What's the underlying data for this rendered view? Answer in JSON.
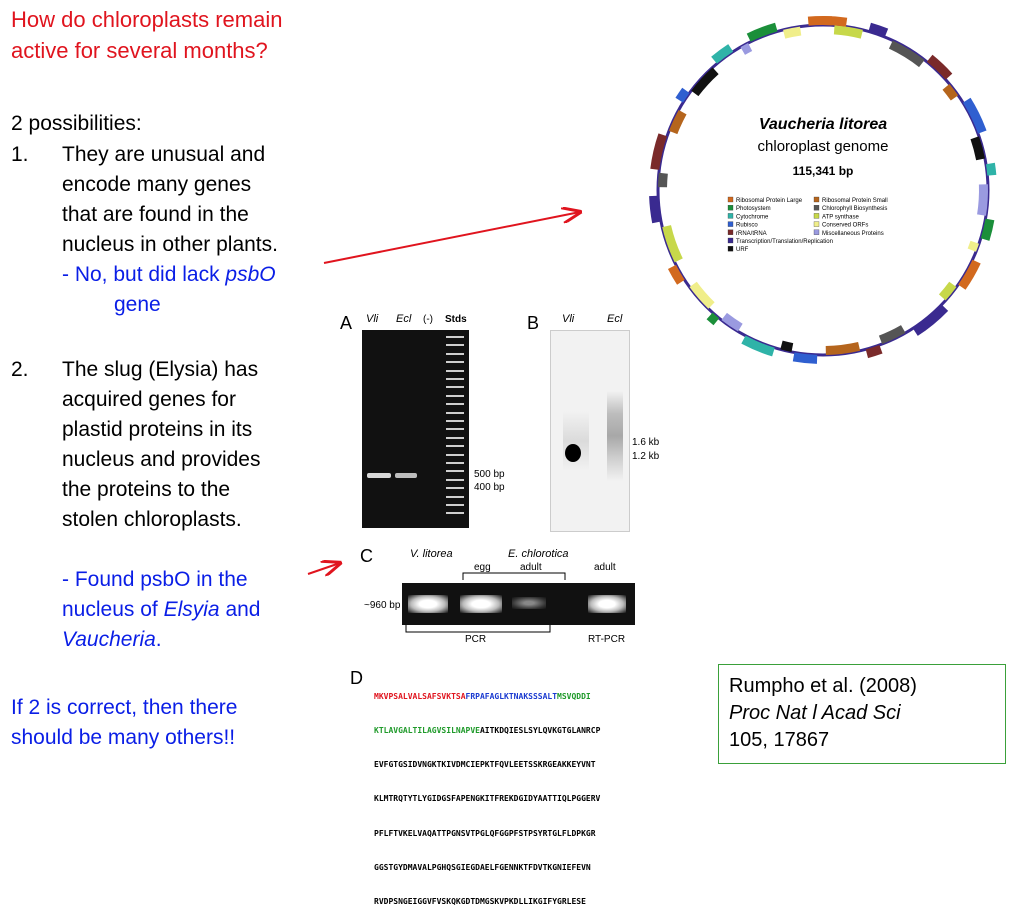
{
  "question": "How do chloroplasts remain active for several months?",
  "possibilities_label": "2 possibilities:",
  "p1": {
    "number": "1.",
    "lines": [
      "They are unusual and",
      "encode many genes",
      "that are found in the",
      "nucleus in other plants."
    ],
    "answer_prefix": "- No, but did lack ",
    "answer_gene": "psbO",
    "answer_suffix": "gene"
  },
  "p2": {
    "number": "2.",
    "lines": [
      "The slug (Elysia) has",
      "acquired genes for",
      "plastid proteins in its",
      "nucleus and provides",
      "the proteins to the",
      "stolen chloroplasts."
    ],
    "found_line1": "- Found psbO in the",
    "found_prefix": "nucleus of ",
    "found_species1": "Elsyia",
    "found_and": " and",
    "found_species2": "Vaucheria",
    "found_period": "."
  },
  "conclusion": [
    "If 2 is correct, then there",
    "should be many others!!"
  ],
  "genome": {
    "species": "Vaucheria litorea",
    "subtitle": "chloroplast genome",
    "size": "115,341 bp",
    "legend": [
      {
        "label": "Ribosomal Protein Large",
        "color": "#d2691e"
      },
      {
        "label": "Ribosomal Protein Small",
        "color": "#b5651d"
      },
      {
        "label": "Photosystem",
        "color": "#1b8f3a"
      },
      {
        "label": "Chlorophyll Biosynthesis",
        "color": "#555555"
      },
      {
        "label": "Cytochrome",
        "color": "#2fb3a8"
      },
      {
        "label": "ATP synthase",
        "color": "#c7d84a"
      },
      {
        "label": "Rubisco",
        "color": "#2f5fd0"
      },
      {
        "label": "Conserved ORFs",
        "color": "#f0ee8a"
      },
      {
        "label": "rRNA/tRNA",
        "color": "#7a2a2a"
      },
      {
        "label": "Miscellaneous Proteins",
        "color": "#9a9ae0"
      },
      {
        "label": "Transcription/Translation/Replication",
        "color": "#3a2a90"
      },
      {
        "label": "URF",
        "color": "#111111"
      }
    ]
  },
  "panel_a": {
    "letter": "A",
    "lanes": [
      "Vli",
      "Ecl",
      "(-)",
      "Stds"
    ],
    "markers": [
      "500 bp",
      "400 bp"
    ]
  },
  "panel_b": {
    "letter": "B",
    "lanes": [
      "Vli",
      "Ecl"
    ],
    "markers": [
      "1.6 kb",
      "1.2 kb"
    ]
  },
  "panel_c": {
    "letter": "C",
    "species1": "V. litorea",
    "species2": "E. chlorotica",
    "egg": "egg",
    "adult1": "adult",
    "adult2": "adult",
    "size": "~960 bp",
    "pcr": "PCR",
    "rtpcr": "RT-PCR"
  },
  "panel_d": {
    "letter": "D",
    "seq_line1_red": "MKVPSALVALSAFSVKTSA",
    "seq_line1_blue": "FRPAFAGLKTNAKSSSALT",
    "seq_line1_green": "MSVQDDI",
    "seq_line2_green": "KTLAVGALTILAGVSILNAPVE",
    "seq_line2_black": "AITKDQIESLSYLQVKGTGLANRCP",
    "seq_rest": [
      "EVFGTGSIDVNGKTKIVDMCIEPKTFQVLEETSSKRGEAKKEYVNT",
      "KLMTRQTYTLYGIDGSFAPENGKITFREKDGIDYAATTIQLPGGERV",
      "PFLFTVKELVAQATTPGNSVTPGLQFGGPFSTPSYRTGLFLDPKGR",
      "GGSTGYDMAVALPGHQSGIEGDAELFGENNKTFDVTKGNIEFEVN",
      "RVDPSNGEIGGVFVSKQKGDTDMGSKVPKDLLIKGIFYGRLESE"
    ]
  },
  "citation": {
    "authors": "Rumpho et al. (2008)",
    "journal": "Proc Nat l Acad Sci",
    "volume": "105, 17867"
  }
}
